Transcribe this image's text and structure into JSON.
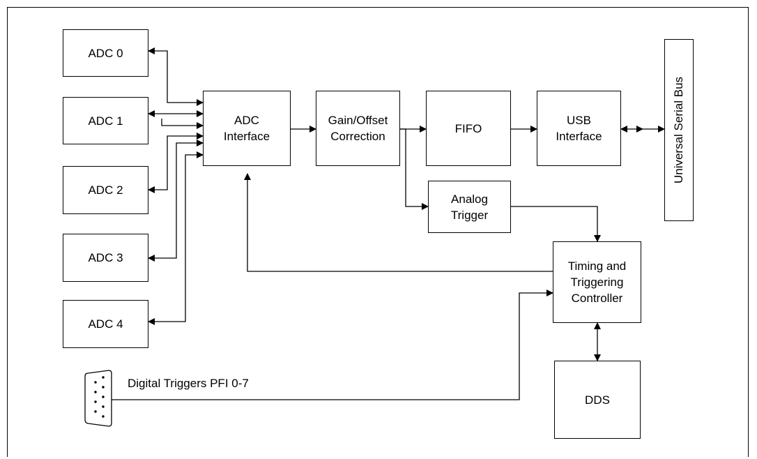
{
  "blocks": {
    "adc0": "ADC 0",
    "adc1": "ADC 1",
    "adc2": "ADC 2",
    "adc3": "ADC 3",
    "adc4": "ADC 4",
    "adc_interface": "ADC\nInterface",
    "gain_offset": "Gain/Offset\nCorrection",
    "fifo": "FIFO",
    "usb_interface": "USB\nInterface",
    "usb_bus": "Universal Serial Bus",
    "analog_trigger": "Analog\nTrigger",
    "timing": "Timing and\nTriggering\nController",
    "dds": "DDS"
  },
  "connector": {
    "label": "Digital Triggers PFI 0-7"
  }
}
